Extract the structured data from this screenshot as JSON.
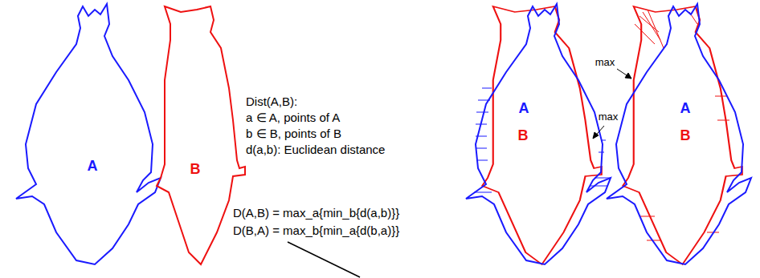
{
  "diagram": {
    "labels": [
      "A",
      "B",
      "Dist(A,B):",
      "a ∈ A, points of A",
      "b ∈ B, points of B",
      "d(a,b): Euclidean distance",
      "D(A,B) = max_a{min_b{d(a,b)}}",
      "D(B,A) = max_b{min_a{d(b,a)}}",
      "A",
      "B",
      "max",
      "max",
      "A",
      "B"
    ]
  }
}
